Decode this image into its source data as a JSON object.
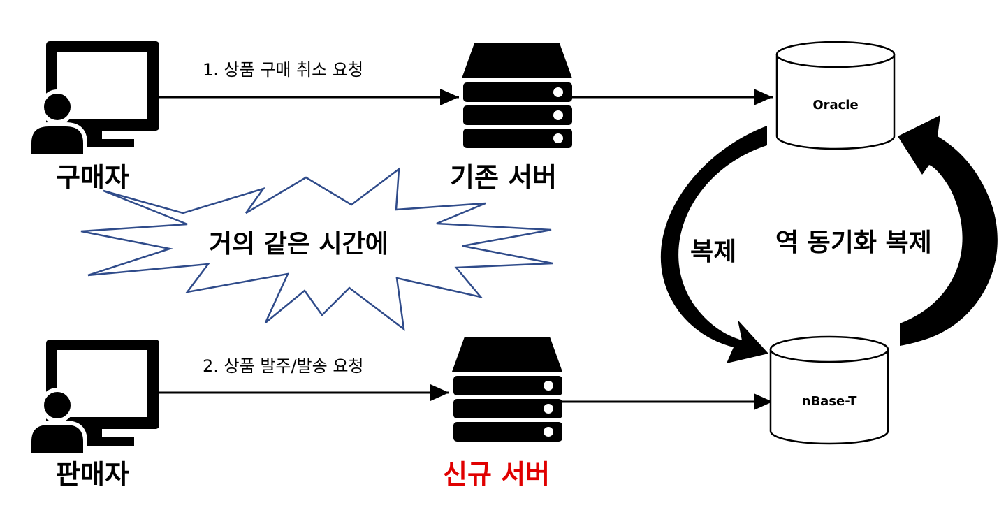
{
  "actors": {
    "buyer_label": "구매자",
    "seller_label": "판매자"
  },
  "servers": {
    "old_label": "기존 서버",
    "new_label": "신규 서버",
    "new_label_color": "#e00000"
  },
  "requests": {
    "first": "1. 상품 구매 취소 요청",
    "second": "2. 상품 발주/발송 요청"
  },
  "databases": {
    "top": "Oracle",
    "bottom": "nBase-T"
  },
  "burst": {
    "text": "거의 같은 시간에",
    "outline_color": "#2f4b8a"
  },
  "sync": {
    "forward_label": "복제",
    "reverse_label": "역 동기화 복제"
  }
}
